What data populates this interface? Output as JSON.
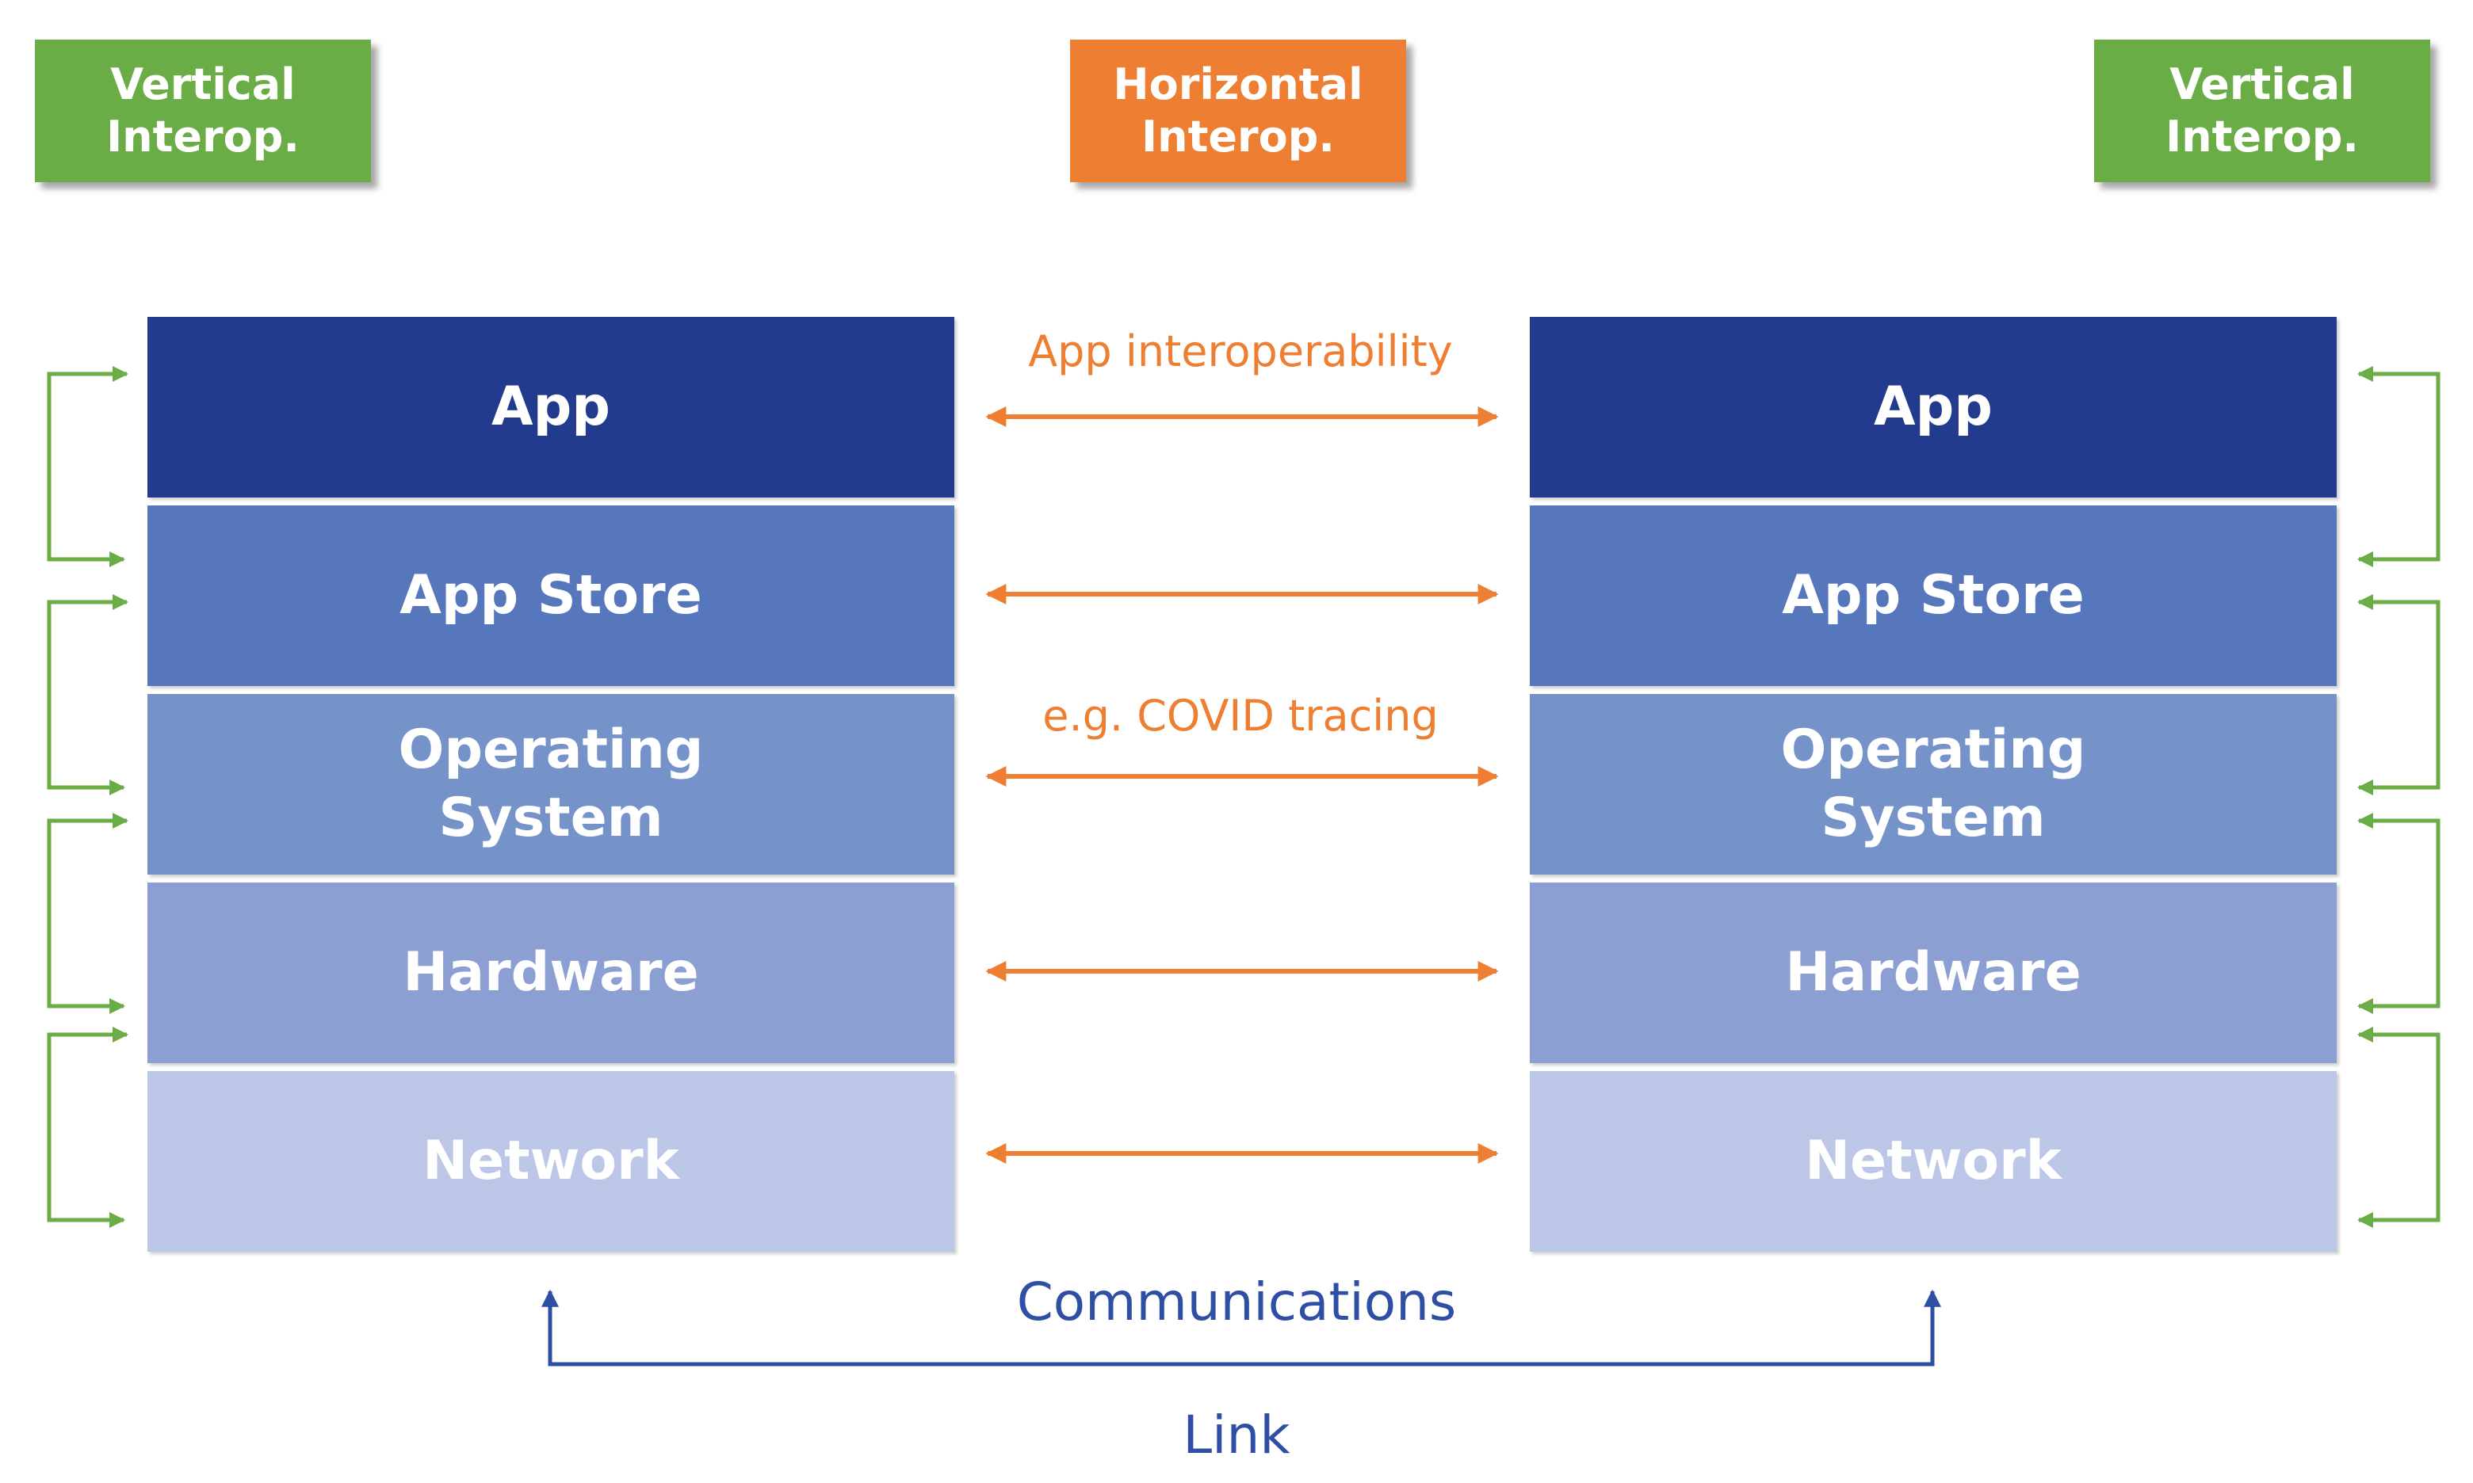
{
  "tags": {
    "left": "Vertical\nInterop.",
    "middle": "Horizontal\nInterop.",
    "right": "Vertical\nInterop."
  },
  "layers": [
    {
      "label": "App",
      "color": "#233b8d"
    },
    {
      "label": "App Store",
      "color": "#5677bb"
    },
    {
      "label": "Operating\nSystem",
      "color": "#7592c9"
    },
    {
      "label": "Hardware",
      "color": "#8c9fd2"
    },
    {
      "label": "Network",
      "color": "#bcc6e6"
    }
  ],
  "horizontal_labels": [
    "App interoperability",
    "",
    "e.g. COVID tracing",
    "",
    ""
  ],
  "bottom": {
    "communications": "Communications",
    "link": "Link"
  },
  "colors": {
    "vertical": "#6aac45",
    "horizontal": "#ee7f32",
    "link": "#2e4fa3"
  }
}
